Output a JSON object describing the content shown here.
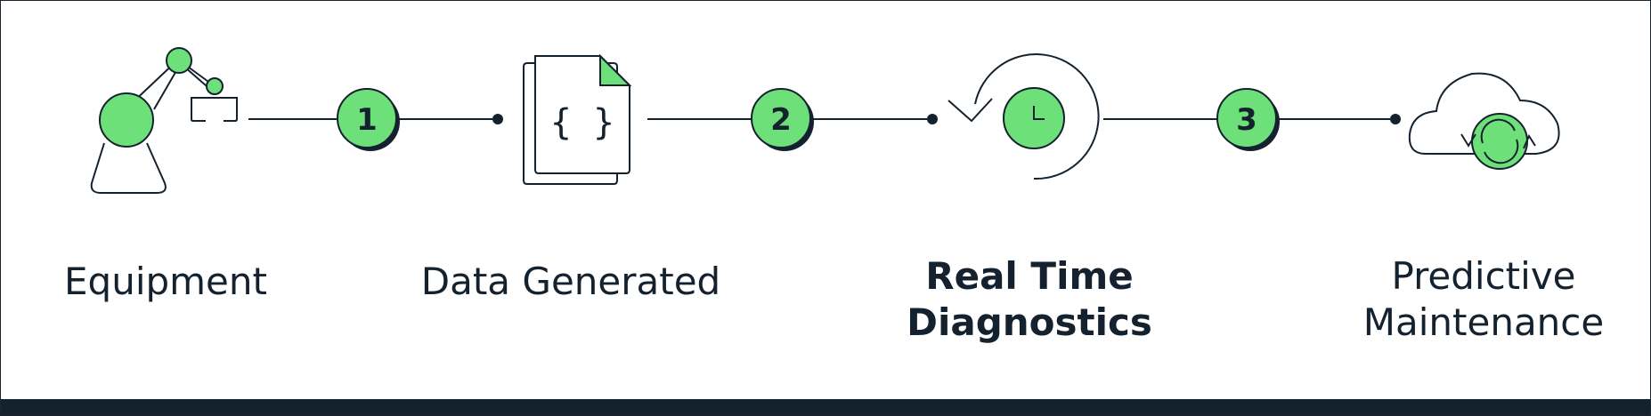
{
  "colors": {
    "accent": "#6ee07a",
    "ink": "#14212e",
    "background": "#ffffff"
  },
  "steps": [
    {
      "icon": "robot-arm-icon",
      "label_lines": [
        "Equipment"
      ],
      "bold": false
    },
    {
      "icon": "json-document-icon",
      "label_lines": [
        "Data Generated"
      ],
      "bold": false,
      "glyph": "{ }"
    },
    {
      "icon": "clock-cycle-icon",
      "label_lines": [
        "Real Time",
        "Diagnostics"
      ],
      "bold": true
    },
    {
      "icon": "cloud-sync-icon",
      "label_lines": [
        "Predictive",
        "Maintenance"
      ],
      "bold": false
    }
  ],
  "connectors": [
    {
      "number": "1"
    },
    {
      "number": "2"
    },
    {
      "number": "3"
    }
  ]
}
